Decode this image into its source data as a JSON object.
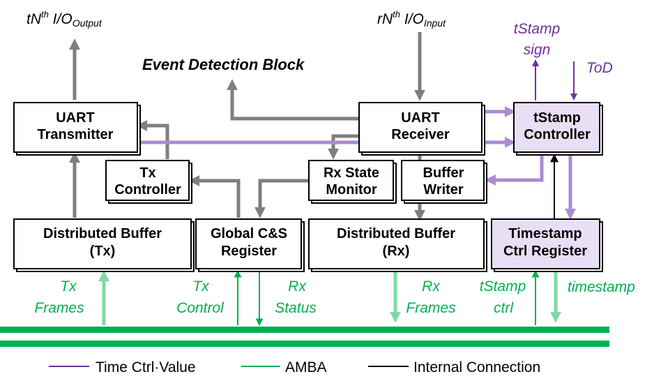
{
  "colors": {
    "purple_arrow": "#a98cd0",
    "purple_text": "#7030a0",
    "green": "#00b050",
    "green_light": "#7fd9a4",
    "gray_arrow": "#7f7f7f",
    "tstamp_fill": "#e8dff4"
  },
  "io": {
    "output_prefix": "tN",
    "output_sup": "th",
    "output_main": " I/O",
    "output_sub": "Output",
    "input_prefix": "rN",
    "input_sup": "th",
    "input_main": " I/O",
    "input_sub": "Input"
  },
  "event_detection_label": "Event Detection Block",
  "blocks": {
    "uart_tx": [
      "UART",
      "Transmitter"
    ],
    "uart_rx": [
      "UART",
      "Receiver"
    ],
    "tstamp_ctrl": [
      "tStamp",
      "Controller"
    ],
    "tx_ctrl": [
      "Tx",
      "Controller"
    ],
    "rx_monitor": [
      "Rx State",
      "Monitor"
    ],
    "buffer_writer": [
      "Buffer",
      "Writer"
    ],
    "dist_tx": [
      "Distributed Buffer",
      "(Tx)"
    ],
    "global_cs": [
      "Global C&S",
      "Register"
    ],
    "dist_rx": [
      "Distributed Buffer",
      "(Rx)"
    ],
    "ts_ctrl_reg": [
      "Timestamp",
      "Ctrl Register"
    ]
  },
  "signals": {
    "tstamp_sign": [
      "tStamp",
      "sign"
    ],
    "tod": "ToD",
    "tx_frames": [
      "Tx",
      "Frames"
    ],
    "tx_control": [
      "Tx",
      "Control"
    ],
    "rx_status": [
      "Rx",
      "Status"
    ],
    "rx_frames": [
      "Rx",
      "Frames"
    ],
    "tstamp_ctrl_sig": [
      "tStamp",
      "ctrl"
    ],
    "timestamp": "timestamp"
  },
  "legend": {
    "time_ctrl": "Time Ctrl·Value",
    "amba": "AMBA",
    "internal": "Internal Connection"
  }
}
